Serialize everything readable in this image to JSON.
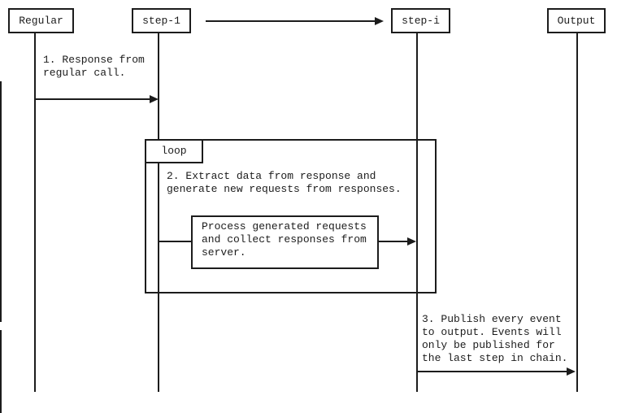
{
  "diagram": {
    "actors": [
      {
        "label": "Regular"
      },
      {
        "label": "step-1"
      },
      {
        "label": "step-i"
      },
      {
        "label": "Output"
      }
    ],
    "loop": {
      "label": "loop"
    },
    "messages": {
      "msg1": {
        "lines": [
          "1. Response from",
          "regular call."
        ]
      },
      "msg2": {
        "lines": [
          "2. Extract data from response and",
          "generate new requests from responses."
        ]
      },
      "process": {
        "lines": [
          "Process generated requests",
          "and collect responses from",
          "server."
        ]
      },
      "msg3": {
        "lines": [
          "3. Publish every event",
          "to output. Events will",
          "only be published for",
          "the last step in chain."
        ]
      }
    },
    "colors": {
      "line": "#1c1c1c",
      "background": "#ffffff"
    }
  }
}
